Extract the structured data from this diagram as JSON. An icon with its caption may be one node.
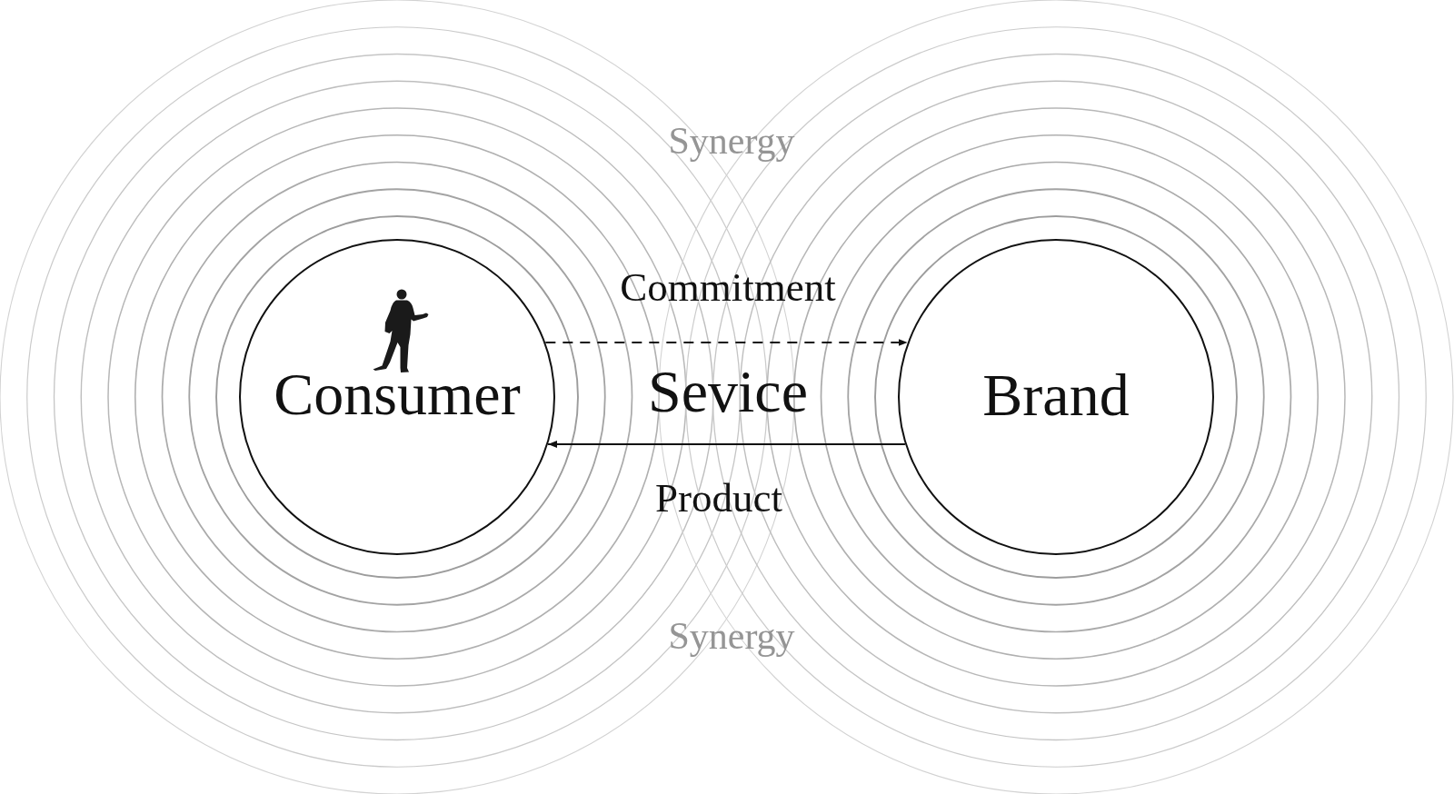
{
  "diagram": {
    "nodes": [
      {
        "text": [
          "Consumer"
        ]
      },
      {
        "text": [
          "Brand"
        ]
      }
    ],
    "edges": [
      {
        "from": 0,
        "to": 1,
        "arrow": "to",
        "label": "Commitment",
        "style": "dashed"
      },
      {
        "from": 1,
        "to": 0,
        "arrow": "to",
        "label": "Product"
      }
    ],
    "labels": [
      "Synergy",
      "Sevice",
      "Synergy"
    ]
  }
}
